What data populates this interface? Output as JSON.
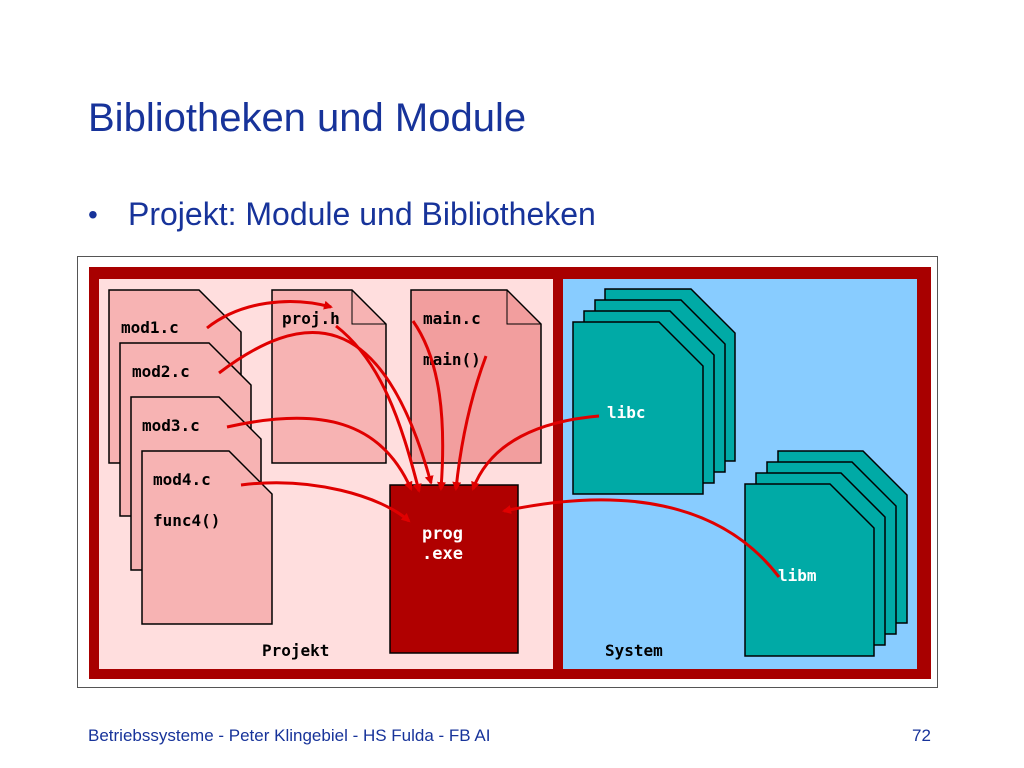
{
  "slide": {
    "title": "Bibliotheken und Module",
    "bullet": "Projekt: Module und Bibliotheken"
  },
  "diagram": {
    "project_label": "Projekt",
    "system_label": "System",
    "files": {
      "mod1": "mod1.c",
      "mod2": "mod2.c",
      "mod3": "mod3.c",
      "mod4": "mod4.c",
      "func4": "func4()",
      "projh": "proj.h",
      "mainc": "main.c",
      "mainfn": "main()",
      "prog_line1": "prog",
      "prog_line2": ".exe",
      "libc": "libc",
      "libm": "libm"
    },
    "colors": {
      "frame": "#a80000",
      "project_bg": "#ffdede",
      "system_bg": "#88ccff",
      "module_file": "#f7b3b3",
      "mainc_file": "#f29e9e",
      "executable": "#b00000",
      "library_file": "#00aaa6",
      "arrow": "#e00000"
    }
  },
  "footer": {
    "text": "Betriebssysteme - Peter Klingebiel - HS Fulda - FB AI",
    "page": "72"
  }
}
